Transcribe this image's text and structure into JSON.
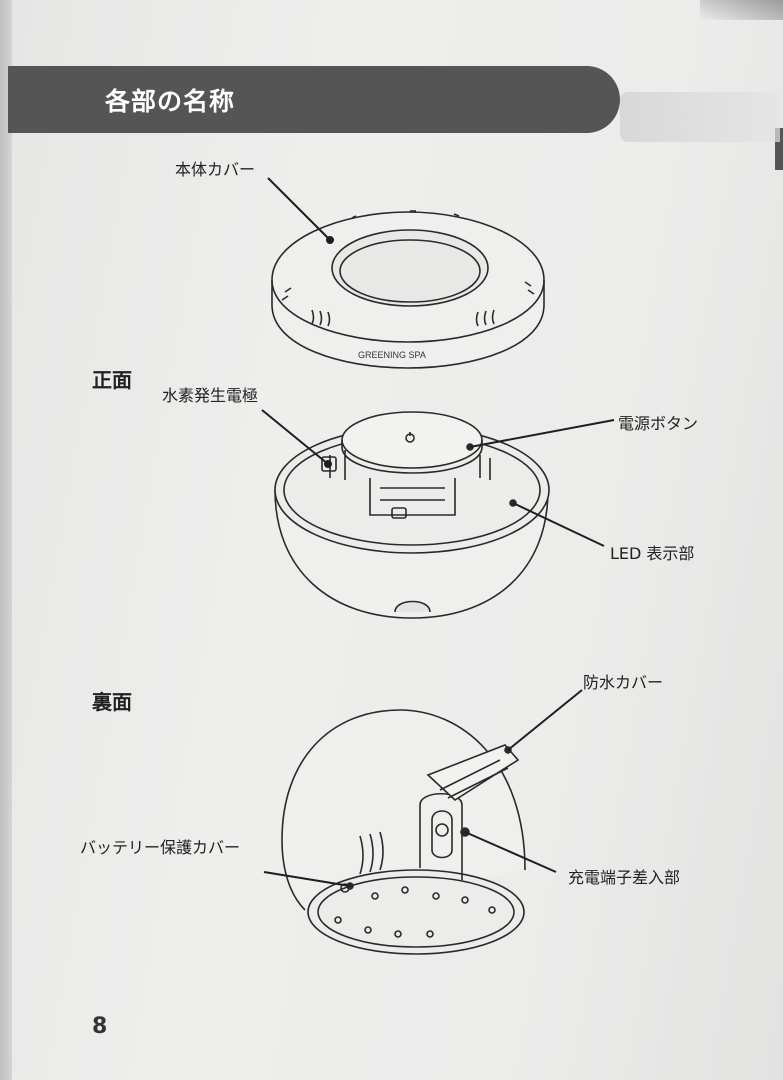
{
  "section": {
    "title": "各部の名称"
  },
  "views": {
    "front": {
      "heading": "正面"
    },
    "back": {
      "heading": "裏面"
    }
  },
  "labels": {
    "cover": "本体カバー",
    "electrode": "水素発生電極",
    "power_button": "電源ボタン",
    "led": "LED 表示部",
    "waterproof_cover": "防水カバー",
    "battery_cover": "バッテリー保護カバー",
    "charging_port": "充電端子差入部"
  },
  "device": {
    "brand_text": "GREENING SPA"
  },
  "page": {
    "number": "8"
  }
}
